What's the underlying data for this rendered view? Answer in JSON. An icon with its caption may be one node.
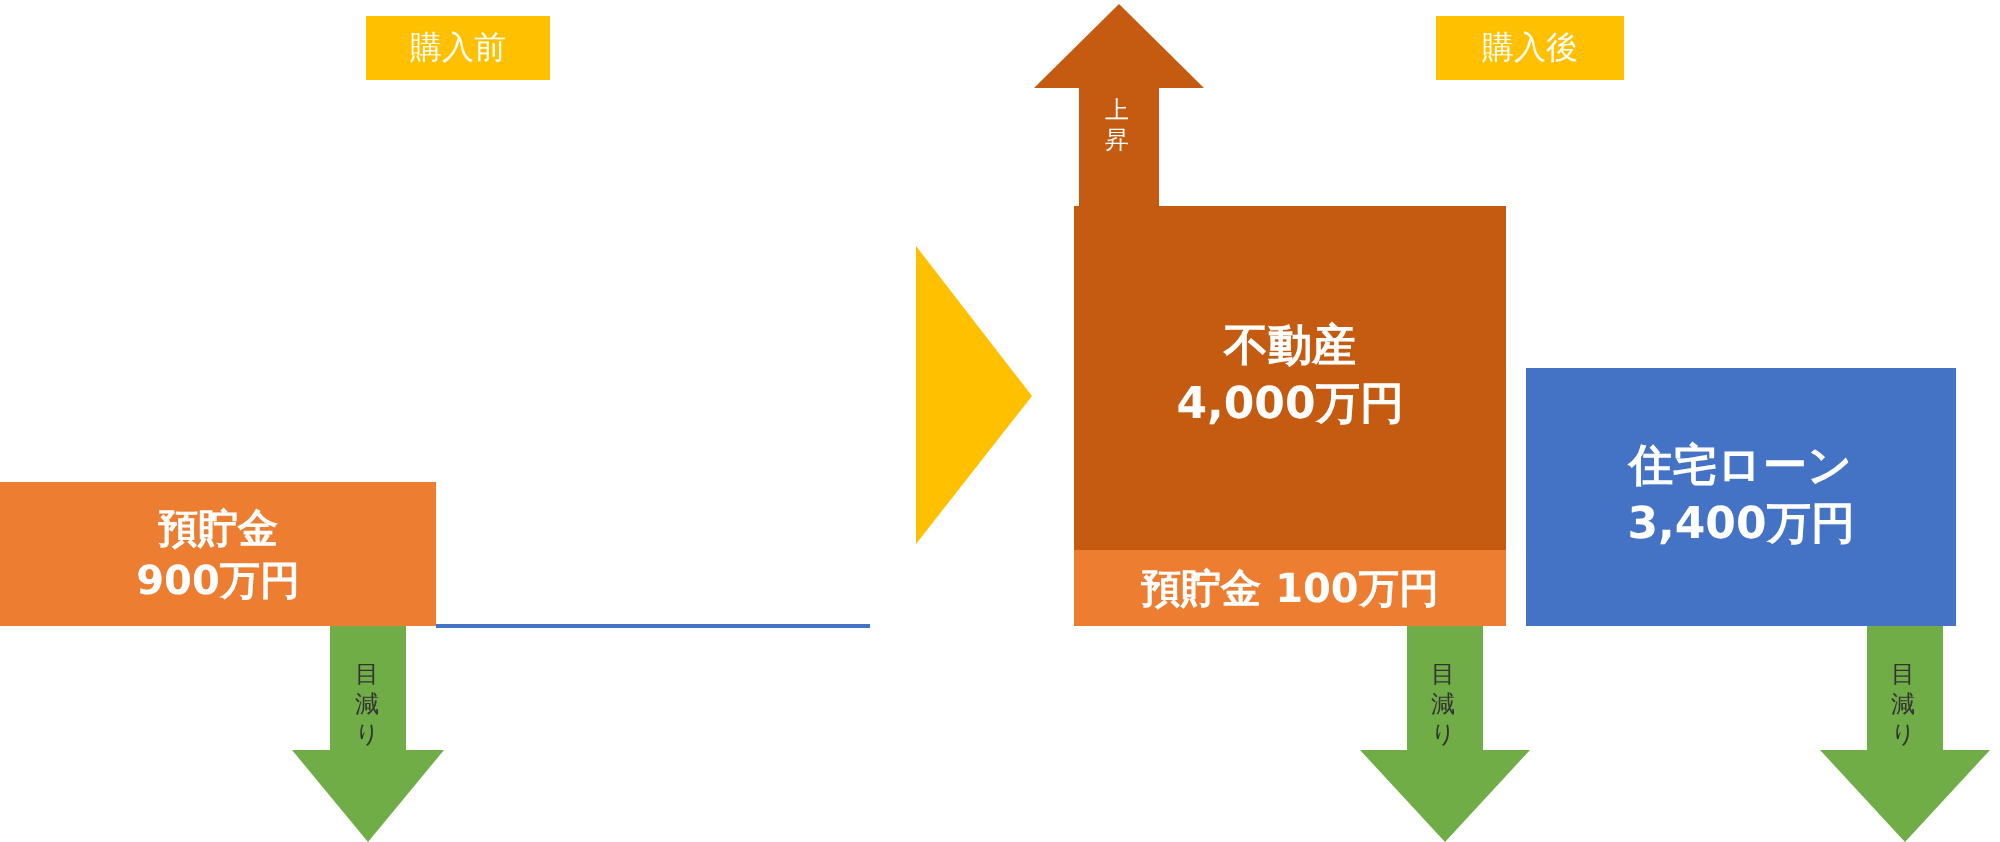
{
  "diagram": {
    "nodes": [
      {
        "text": [
          "購入前"
        ]
      },
      {
        "text": [
          "上昇"
        ]
      },
      {
        "text": [
          "購入後"
        ]
      },
      {
        "text": [
          "不動産",
          "4,000万円"
        ]
      },
      {
        "text": [
          "住宅ローン",
          "3,400万円"
        ]
      },
      {
        "text": [
          "預貯金",
          "900万円"
        ]
      },
      {
        "text": [
          "預貯金 100万円"
        ]
      },
      {
        "text": [
          "目減り"
        ]
      },
      {
        "text": [
          "目減り"
        ]
      },
      {
        "text": [
          "目減り"
        ]
      }
    ]
  }
}
